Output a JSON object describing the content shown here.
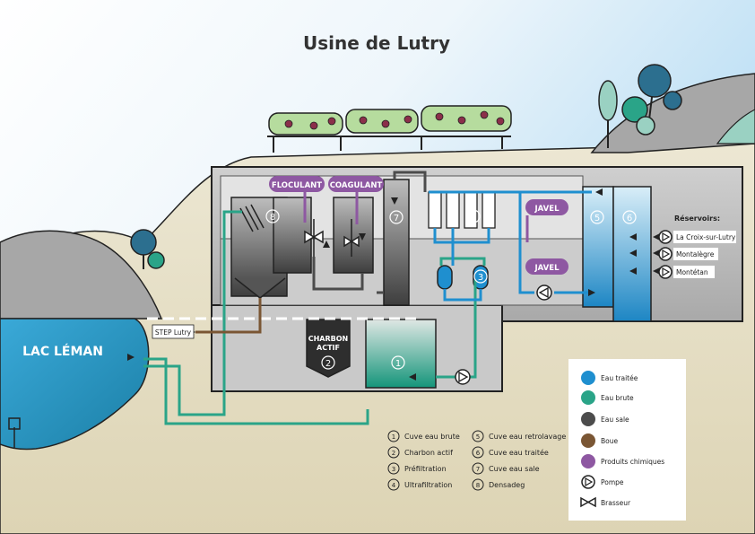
{
  "title": "Usine de Lutry",
  "lake": "LAC LÉMAN",
  "step": "STEP Lutry",
  "charbon": [
    "CHARBON",
    "ACTIF"
  ],
  "chemicals": {
    "floculant": "FLOCULANT",
    "coagulant": "COAGULANT",
    "javel_top": "JAVEL",
    "javel_bottom": "JAVEL"
  },
  "stage_numbers": {
    "cuve_brute": "1",
    "charbon": "2",
    "prefiltration": "3",
    "ultrafiltration": "4",
    "retrolavage": "5",
    "eau_traitee": "6",
    "eau_sale": "7",
    "densadeg": "8"
  },
  "reservoirs": {
    "title": "Réservoirs:",
    "items": [
      "La Croix-sur-Lutry",
      "Montalègre",
      "Montétan"
    ]
  },
  "steps_legend": [
    {
      "num": "1",
      "label": "Cuve eau brute"
    },
    {
      "num": "2",
      "label": "Charbon actif"
    },
    {
      "num": "3",
      "label": "Préfiltration"
    },
    {
      "num": "4",
      "label": "Ultrafiltration"
    },
    {
      "num": "5",
      "label": "Cuve eau retrolavage"
    },
    {
      "num": "6",
      "label": "Cuve eau traitée"
    },
    {
      "num": "7",
      "label": "Cuve eau sale"
    },
    {
      "num": "8",
      "label": "Densadeg"
    }
  ],
  "legend": {
    "items": [
      {
        "label": "Eau traitée",
        "color": "#1f8fcf",
        "icon": "circle"
      },
      {
        "label": "Eau brute",
        "color": "#2aa488",
        "icon": "circle"
      },
      {
        "label": "Eau sale",
        "color": "#4c4c4c",
        "icon": "circle"
      },
      {
        "label": "Boue",
        "color": "#7a5634",
        "icon": "circle"
      },
      {
        "label": "Produits chimiques",
        "color": "#8e58a2",
        "icon": "circle"
      },
      {
        "label": "Pompe",
        "color": "#222222",
        "icon": "pump-icon"
      },
      {
        "label": "Brasseur",
        "color": "#222222",
        "icon": "mixer-icon"
      }
    ]
  }
}
